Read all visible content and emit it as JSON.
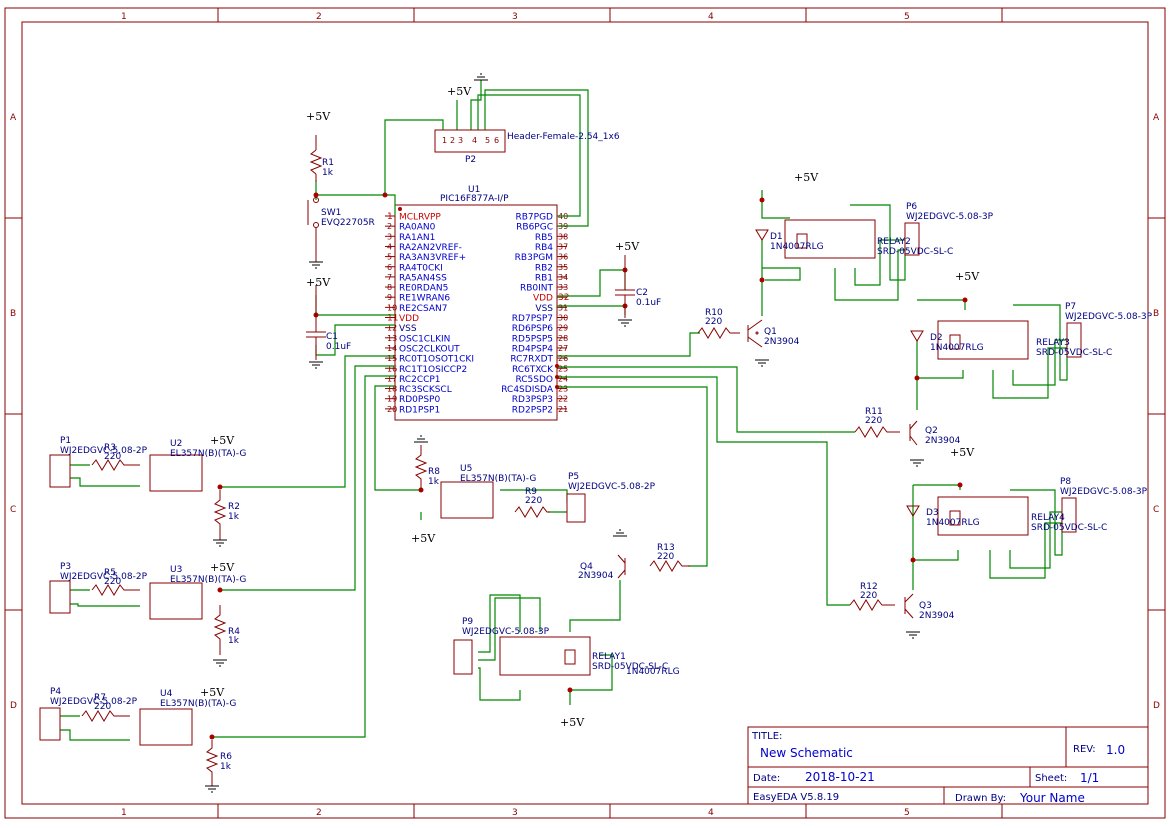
{
  "frame": {
    "cols": [
      "1",
      "2",
      "3",
      "4",
      "5"
    ],
    "rows": [
      "A",
      "B",
      "C",
      "D"
    ]
  },
  "title_block": {
    "title_label": "TITLE:",
    "title": "New Schematic",
    "rev_label": "REV:",
    "rev": "1.0",
    "date_label": "Date:",
    "date": "2018-10-21",
    "sheet_label": "Sheet:",
    "sheet": "1/1",
    "software": "EasyEDA V5.8.19",
    "drawn_label": "Drawn By:",
    "drawn_by": "Your Name"
  },
  "power": {
    "vcc": "+5V"
  },
  "mcu": {
    "ref": "U1",
    "part": "PIC16F877A-I/P",
    "left_pins": [
      {
        "num": "1",
        "name": "MCLRVPP"
      },
      {
        "num": "2",
        "name": "RA0AN0"
      },
      {
        "num": "3",
        "name": "RA1AN1"
      },
      {
        "num": "4",
        "name": "RA2AN2VREF-"
      },
      {
        "num": "5",
        "name": "RA3AN3VREF+"
      },
      {
        "num": "6",
        "name": "RA4T0CKI"
      },
      {
        "num": "7",
        "name": "RA5AN4SS"
      },
      {
        "num": "8",
        "name": "RE0RDAN5"
      },
      {
        "num": "9",
        "name": "RE1WRAN6"
      },
      {
        "num": "10",
        "name": "RE2CSAN7"
      },
      {
        "num": "11",
        "name": "VDD"
      },
      {
        "num": "12",
        "name": "VSS"
      },
      {
        "num": "13",
        "name": "OSC1CLKIN"
      },
      {
        "num": "14",
        "name": "OSC2CLKOUT"
      },
      {
        "num": "15",
        "name": "RC0T1OSOT1CKI"
      },
      {
        "num": "16",
        "name": "RC1T1OSICCP2"
      },
      {
        "num": "17",
        "name": "RC2CCP1"
      },
      {
        "num": "18",
        "name": "RC3SCKSCL"
      },
      {
        "num": "19",
        "name": "RD0PSP0"
      },
      {
        "num": "20",
        "name": "RD1PSP1"
      }
    ],
    "right_pins": [
      {
        "num": "40",
        "name": "RB7PGD"
      },
      {
        "num": "39",
        "name": "RB6PGC"
      },
      {
        "num": "38",
        "name": "RB5"
      },
      {
        "num": "37",
        "name": "RB4"
      },
      {
        "num": "36",
        "name": "RB3PGM"
      },
      {
        "num": "35",
        "name": "RB2"
      },
      {
        "num": "34",
        "name": "RB1"
      },
      {
        "num": "33",
        "name": "RB0INT"
      },
      {
        "num": "32",
        "name": "VDD"
      },
      {
        "num": "31",
        "name": "VSS"
      },
      {
        "num": "30",
        "name": "RD7PSP7"
      },
      {
        "num": "29",
        "name": "RD6PSP6"
      },
      {
        "num": "28",
        "name": "RD5PSP5"
      },
      {
        "num": "27",
        "name": "RD4PSP4"
      },
      {
        "num": "26",
        "name": "RC7RXDT"
      },
      {
        "num": "25",
        "name": "RC6TXCK"
      },
      {
        "num": "24",
        "name": "RC5SDO"
      },
      {
        "num": "23",
        "name": "RC4SDISDA"
      },
      {
        "num": "22",
        "name": "RD3PSP3"
      },
      {
        "num": "21",
        "name": "RD2PSP2"
      }
    ]
  },
  "parts": {
    "p2_ref": "P2",
    "p2_val": "Header-Female-2.54_1x6",
    "r1_ref": "R1",
    "r1_val": "1k",
    "sw1_ref": "SW1",
    "sw1_val": "EVQ22705R",
    "c1_ref": "C1",
    "c1_val": "0.1uF",
    "c2_ref": "C2",
    "c2_val": "0.1uF",
    "d1_ref": "D1",
    "d1_val": "1N4007RLG",
    "d2_ref": "D2",
    "d2_val": "1N4007RLG",
    "d3_ref": "D3",
    "d3_val": "1N4007RLG",
    "d4_val": "1N4007RLG",
    "relay2_ref": "RELAY2",
    "relay2_val": "SRD-05VDC-SL-C",
    "relay3_ref": "RELAY3",
    "relay3_val": "SRD-05VDC-SL-C",
    "relay4_ref": "RELAY4",
    "relay4_val": "SRD-05VDC-SL-C",
    "relay1_ref": "RELAY1",
    "relay1_val": "SRD-05VDC-SL-C",
    "p6_ref": "P6",
    "p6_val": "WJ2EDGVC-5.08-3P",
    "p7_ref": "P7",
    "p7_val": "WJ2EDGVC-5.08-3P",
    "p8_ref": "P8",
    "p8_val": "WJ2EDGVC-5.08-3P",
    "p9_ref": "P9",
    "p9_val": "WJ2EDGVC-5.08-3P",
    "r10_ref": "R10",
    "r10_val": "220",
    "r11_ref": "R11",
    "r11_val": "220",
    "r12_ref": "R12",
    "r12_val": "220",
    "r13_ref": "R13",
    "r13_val": "220",
    "q1_ref": "Q1",
    "q1_val": "2N3904",
    "q2_ref": "Q2",
    "q2_val": "2N3904",
    "q3_ref": "Q3",
    "q3_val": "2N3904",
    "q4_ref": "Q4",
    "q4_val": "2N3904",
    "p1_ref": "P1",
    "p1_val": "WJ2EDGVC-5.08-2P",
    "r3_ref": "R3",
    "r3_val": "220",
    "u2_ref": "U2",
    "u2_val": "EL357N(B)(TA)-G",
    "r2_ref": "R2",
    "r2_val": "1k",
    "p3_ref": "P3",
    "p3_val": "WJ2EDGVC-5.08-2P",
    "r5_ref": "R5",
    "r5_val": "220",
    "u3_ref": "U3",
    "u3_val": "EL357N(B)(TA)-G",
    "r4_ref": "R4",
    "r4_val": "1k",
    "p4_ref": "P4",
    "p4_val": "WJ2EDGVC-5.08-2P",
    "r7_ref": "R7",
    "r7_val": "220",
    "u4_ref": "U4",
    "u4_val": "EL357N(B)(TA)-G",
    "r6_ref": "R6",
    "r6_val": "1k",
    "r8_ref": "R8",
    "r8_val": "1k",
    "u5_ref": "U5",
    "u5_val": "EL357N(B)(TA)-G",
    "r9_ref": "R9",
    "r9_val": "220",
    "p5_ref": "P5",
    "p5_val": "WJ2EDGVC-5.08-2P"
  },
  "pin_nums": {
    "one": "1",
    "two": "2",
    "three": "3",
    "four": "4",
    "five": "5",
    "six": "6"
  }
}
